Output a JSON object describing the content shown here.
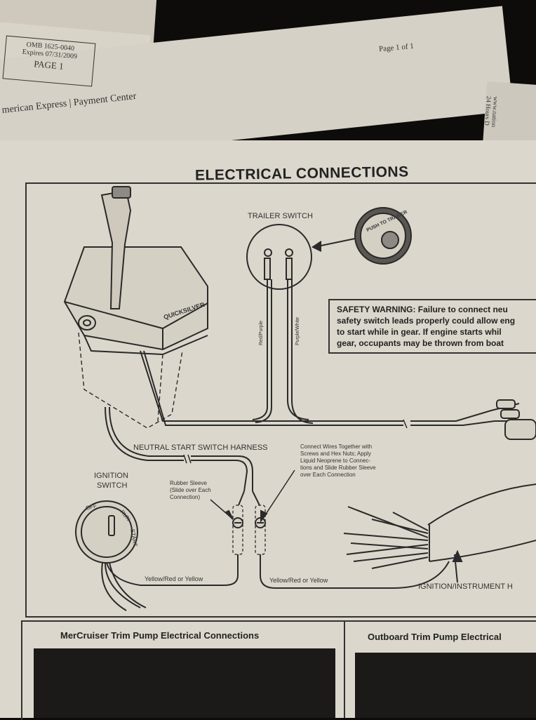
{
  "background_docs": {
    "stamp_line1": "OMB 1625-0040",
    "stamp_line2": "Expires 07/31/2009",
    "stamp_line3": "PAGE 1",
    "page_indicator": "Page 1 of 1",
    "amex_text": "merican Express | Payment Center",
    "side_text": "www.nation 24 Hours D"
  },
  "manual": {
    "title": "ELECTRICAL CONNECTIONS",
    "labels": {
      "trailer_switch": "TRAILER SWITCH",
      "push_to_trailer": "PUSH TO TRAILER",
      "brand": "QUICKSILVER",
      "red_purple": "Red/Purple",
      "purple_white": "Purple/White",
      "neutral_harness": "NEUTRAL START SWITCH HARNESS",
      "ignition_switch_1": "IGNITION",
      "ignition_switch_2": "SWITCH",
      "rubber_sleeve_1": "Rubber Sleeve",
      "rubber_sleeve_2": "(Slide over Each",
      "rubber_sleeve_3": "Connection)",
      "connect_1": "Connect Wires Together with",
      "connect_2": "Screws and Hex Nuts; Apply",
      "connect_3": "Liquid Neoprene to Connec-",
      "connect_4": "tions and Slide Rubber Sleeve",
      "connect_5": "over Each Connection",
      "key_off": "OFF",
      "key_run": "RUN",
      "key_start": "START",
      "wire_left": "Yellow/Red or Yellow",
      "wire_right": "Yellow/Red or Yellow",
      "ignition_instrument": "IGNITION/INSTRUMENT H"
    },
    "safety_warning": {
      "heading": "SAFETY WARNING:",
      "line1": "Failure to connect neu",
      "line2": "safety switch leads properly could allow eng",
      "line3": "to start while in gear. If engine starts whil",
      "line4": "gear, occupants may be thrown from boat"
    },
    "sections": {
      "mercruiser": "MerCruiser Trim Pump Electrical Connections",
      "outboard": "Outboard Trim Pump Electrical"
    }
  }
}
